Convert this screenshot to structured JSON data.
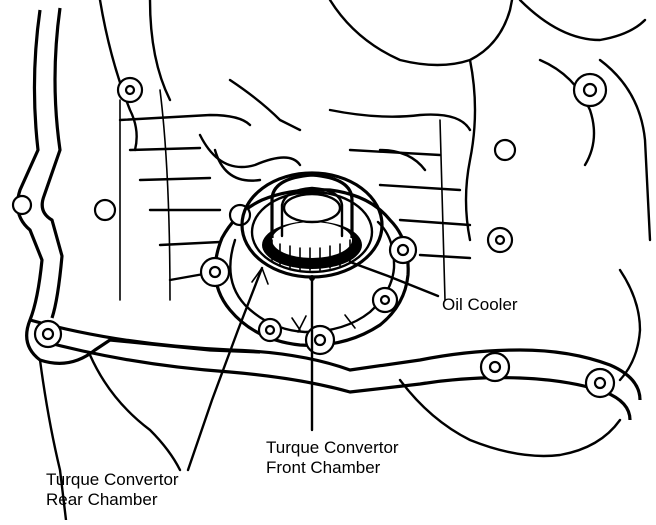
{
  "labels": {
    "oil_cooler": "Oil Cooler",
    "front_chamber": [
      "Turque Convertor",
      "Front Chamber"
    ],
    "rear_chamber": [
      "Turque Convertor",
      "Rear Chamber"
    ]
  },
  "colors": {
    "ink": "#000000",
    "paper": "#ffffff"
  }
}
